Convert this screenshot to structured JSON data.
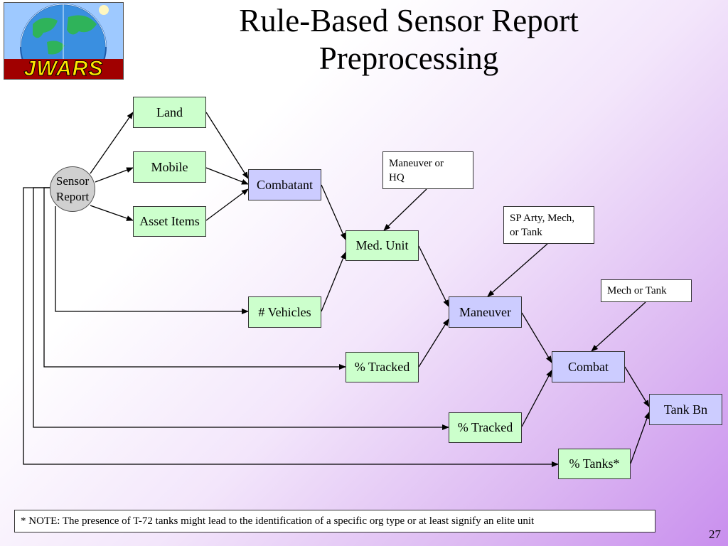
{
  "logo": {
    "wordmark": "JWARS"
  },
  "title": {
    "line1": "Rule-Based Sensor Report",
    "line2": "Preprocessing"
  },
  "nodes": {
    "sensor_report": {
      "line1": "Sensor",
      "line2": "Report"
    },
    "land": "Land",
    "mobile": "Mobile",
    "asset_items": "Asset Items",
    "combatant": "Combatant",
    "med_unit": "Med. Unit",
    "vehicles": "# Vehicles",
    "maneuver": "Maneuver",
    "tracked_1": "% Tracked",
    "combat": "Combat",
    "tracked_2": "% Tracked",
    "tank_bn": "Tank Bn",
    "tanks": "% Tanks*"
  },
  "callouts": {
    "maneuver_or_hq": {
      "line1": "Maneuver or",
      "line2": "HQ"
    },
    "sp_arty": {
      "line1": "SP Arty, Mech,",
      "line2": "or Tank"
    },
    "mech_or_tank": "Mech or Tank"
  },
  "note": "* NOTE:  The presence of T-72 tanks might lead to the identification of a specific org type or at least signify an elite unit",
  "page_number": "27",
  "colors": {
    "process_box": "#ccffcc",
    "category_box": "#ccccff",
    "logo_band": "#a00000"
  }
}
